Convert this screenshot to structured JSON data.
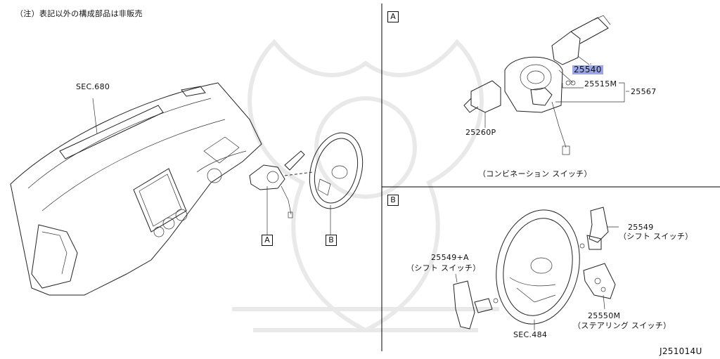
{
  "note": "（注）表記以外の構成部品は非販売",
  "drawing_id": "J251014U",
  "labels": {
    "sec680": "SEC.680",
    "sec484": "SEC.484",
    "p25540": "25540",
    "p25515m": "25515M",
    "p25567": "25567",
    "p25260p": "25260P",
    "p25549": "25549",
    "p25549_desc": "（シフト スイッチ）",
    "p25549a": "25549+A",
    "p25549a_desc": "（シフト スイッチ）",
    "p25550m": "25550M",
    "p25550m_desc": "（ステアリング スイッチ）",
    "combo_desc": "（コンビネーション スイッチ）"
  },
  "callouts": {
    "a_main": "A",
    "b_main": "B",
    "a_panel": "A",
    "b_panel": "B"
  },
  "highlight_color": "#9aa6e6"
}
